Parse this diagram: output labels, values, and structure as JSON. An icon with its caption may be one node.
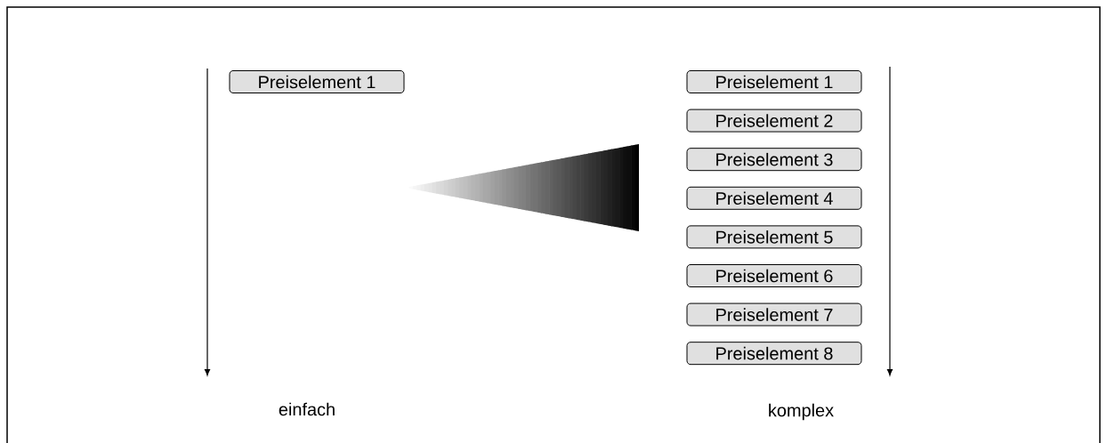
{
  "diagram": {
    "nodes": [
      {
        "text": [
          "Preiselement 1"
        ]
      },
      {
        "text": [
          "Preiselement 1"
        ]
      },
      {
        "text": [
          "Preiselement 2"
        ]
      },
      {
        "text": [
          "Preiselement 3"
        ]
      },
      {
        "text": [
          "Preiselement 4"
        ]
      },
      {
        "text": [
          "Preiselement 5"
        ]
      },
      {
        "text": [
          "Preiselement 6"
        ]
      },
      {
        "text": [
          "Preiselement 7"
        ]
      },
      {
        "text": [
          "Preiselement 8"
        ]
      }
    ],
    "labels": [
      "einfach",
      "komplex"
    ]
  }
}
